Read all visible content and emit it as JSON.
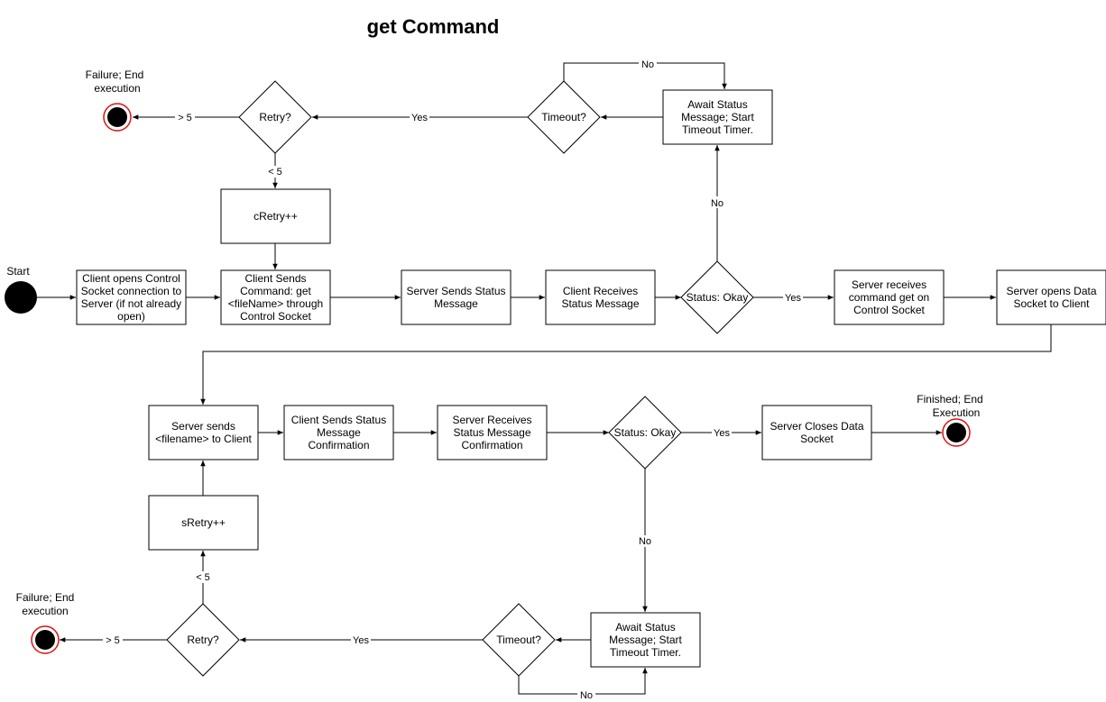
{
  "title": "get Command",
  "nodes": {
    "start_label": "Start",
    "fail_top_label": [
      "Failure; End",
      "execution"
    ],
    "fail_bottom_label": [
      "Failure; End",
      "execution"
    ],
    "finish_label": [
      "Finished; End",
      "Execution"
    ],
    "client_open": [
      "Client opens Control",
      "Socket connection to",
      "Server (if not already",
      "open)"
    ],
    "client_sends_cmd": [
      "Client Sends",
      "Command: get",
      "<fileName> through",
      "Control Socket"
    ],
    "server_sends_status": [
      "Server Sends Status",
      "Message"
    ],
    "client_receives_status": [
      "Client Receives",
      "Status Message"
    ],
    "status_okay_1": "Status: Okay",
    "server_receives_cmd": [
      "Server receives",
      "command get on",
      "Control Socket"
    ],
    "server_opens_data": [
      "Server opens Data",
      "Socket to Client"
    ],
    "await_top": [
      "Await Status",
      "Message; Start",
      "Timeout Timer."
    ],
    "timeout_top": "Timeout?",
    "retry_top": "Retry?",
    "cretry": "cRetry++",
    "server_sends_file": [
      "Server sends",
      "<filename> to Client"
    ],
    "client_sends_confirm": [
      "Client Sends Status",
      "Message",
      "Confirmation"
    ],
    "server_receives_confirm": [
      "Server Receives",
      "Status Message",
      "Confirmation"
    ],
    "status_okay_2": "Status: Okay",
    "server_closes": [
      "Server Closes Data",
      "Socket"
    ],
    "sretry": "sRetry++",
    "await_bottom": [
      "Await Status",
      "Message; Start",
      "Timeout Timer."
    ],
    "timeout_bottom": "Timeout?",
    "retry_bottom": "Retry?"
  },
  "edge_labels": {
    "no_top_loop": "No",
    "yes_timeout_top": "Yes",
    "gt5_top": "> 5",
    "lt5_top": "< 5",
    "no_status1": "No",
    "yes_status1": "Yes",
    "yes_status2": "Yes",
    "no_status2": "No",
    "yes_timeout_bottom": "Yes",
    "gt5_bottom": "> 5",
    "lt5_bottom": "< 5",
    "no_bottom_loop": "No"
  }
}
